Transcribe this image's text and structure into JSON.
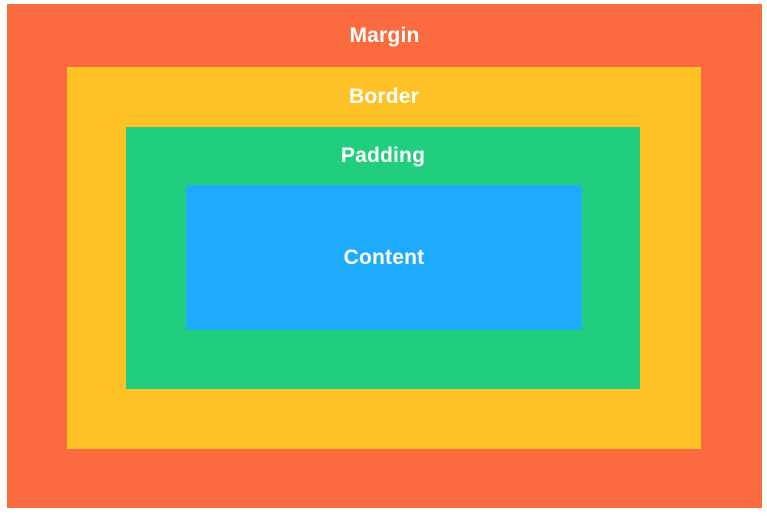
{
  "diagram": {
    "title": "CSS box model diagram",
    "page_background": "#FFFFFF",
    "label_text_color": "#FFFFFF",
    "layers": [
      {
        "name": "margin",
        "label": "Margin",
        "color": "#FC6B40"
      },
      {
        "name": "border",
        "label": "Border",
        "color": "#FFC226"
      },
      {
        "name": "padding",
        "label": "Padding",
        "color": "#21CE7D"
      },
      {
        "name": "content",
        "label": "Content",
        "color": "#1FABFB"
      }
    ]
  }
}
